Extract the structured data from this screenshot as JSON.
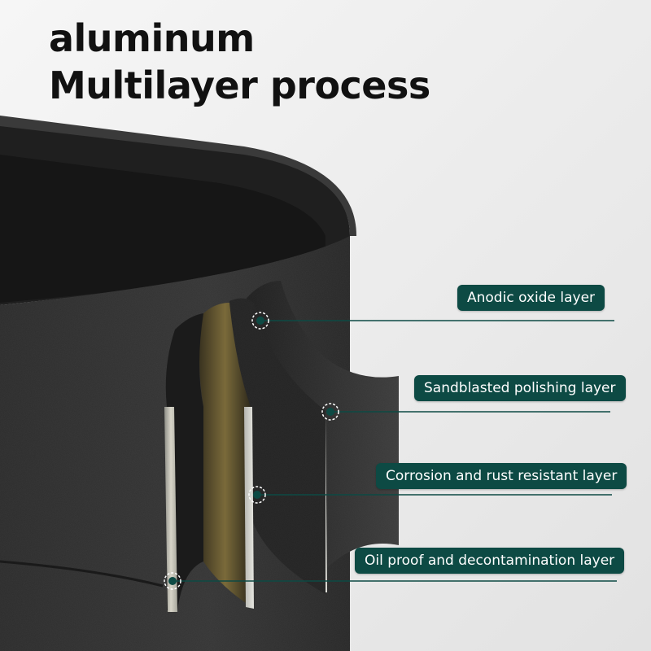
{
  "headline": {
    "line1": "aluminum",
    "line2": "Multilayer process"
  },
  "layers": [
    {
      "label": "Anodic oxide layer"
    },
    {
      "label": "Sandblasted polishing layer"
    },
    {
      "label": "Corrosion and rust resistant layer"
    },
    {
      "label": "Oil proof and decontamination layer"
    }
  ],
  "colors": {
    "background": "#eeeeee",
    "callout_bg": "#0d4a44",
    "callout_text": "#ffffff",
    "headline_text": "#111111",
    "leader_line": "#0d4a44"
  }
}
